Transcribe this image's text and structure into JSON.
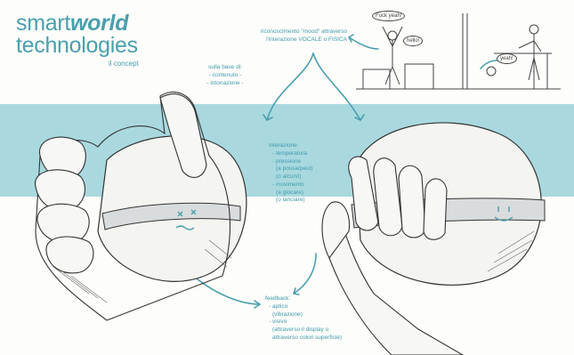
{
  "brand": {
    "line1_regular": "smart",
    "line1_bold": "world",
    "line2": "technologies",
    "subtitle": "il concept"
  },
  "notes": {
    "mood": [
      "riconoscimento \"mood\" attraverso",
      "l'interazione VOCALE o FISICA"
    ],
    "content": [
      "sulla base di:",
      "- contenuto -",
      "- intonazione -"
    ],
    "interaction": {
      "title": "interazione:",
      "items": [
        "- temperatura",
        "- pressione",
        "(a possa/peut)",
        "(o alcun/i)",
        "- movimento",
        "(a giocare)",
        "(o lanciare)"
      ]
    },
    "feedback": {
      "title": "feedback:",
      "items": [
        "- aptico",
        "(vibrazione)",
        "- visivo",
        "(attraverso il display o",
        "attraverso colori superficie)"
      ]
    }
  },
  "bubbles": [
    "Fuck yeah!",
    "hello!",
    "yeah!"
  ],
  "colors": {
    "accent": "#4a9fad",
    "band": "#a9d9df",
    "sketch": "#444444",
    "background": "#fdfdfb"
  }
}
